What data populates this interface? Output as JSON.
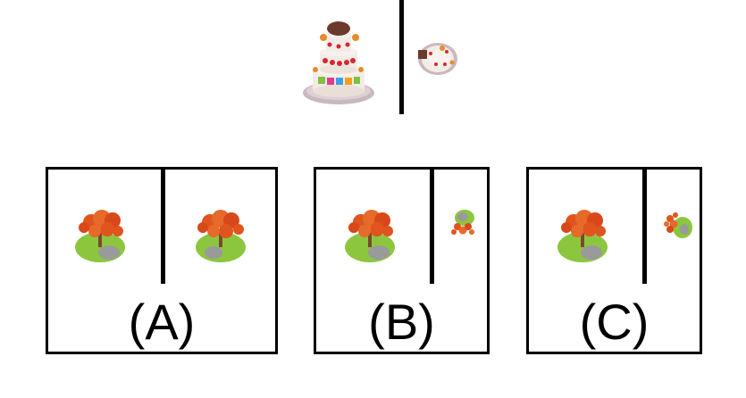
{
  "options": [
    {
      "id": "a",
      "label": "(A)"
    },
    {
      "id": "b",
      "label": "(B)"
    },
    {
      "id": "c",
      "label": "(C)"
    }
  ],
  "colors": {
    "line": "#000000",
    "tree_leaf": "#e0541e",
    "tree_ground": "#8cc63f",
    "tree_rock": "#9a9a9a",
    "cake_cream": "#f3ece6",
    "cake_red": "#d8262e",
    "cake_base": "#c9b8bf"
  }
}
